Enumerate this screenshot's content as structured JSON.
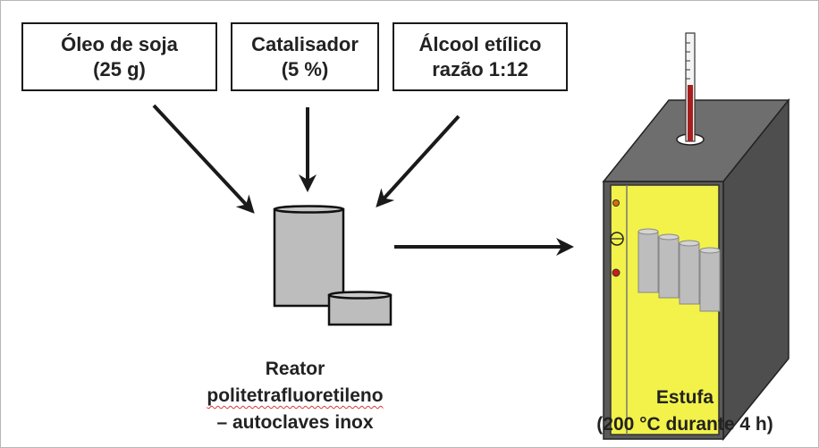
{
  "inputs": [
    {
      "line1": "Óleo de soja",
      "line2": "(25 g)"
    },
    {
      "line1": "Catalisador",
      "line2": "(5 %)"
    },
    {
      "line1": "Álcool etílico",
      "line2": "razão 1:12"
    }
  ],
  "reactor": {
    "line1_a": "Reator ",
    "line1_b": "politetrafluoretileno",
    "line2": "– autoclaves inox"
  },
  "oven": {
    "line1": "Estufa",
    "line2": "(200 °C durante 4 h)"
  },
  "colors": {
    "oven_dark": "#5a5a5a",
    "oven_door": "#f2f24a",
    "vessel_fill": "#bdbdbd",
    "thermometer_liquid": "#a81e1e"
  }
}
